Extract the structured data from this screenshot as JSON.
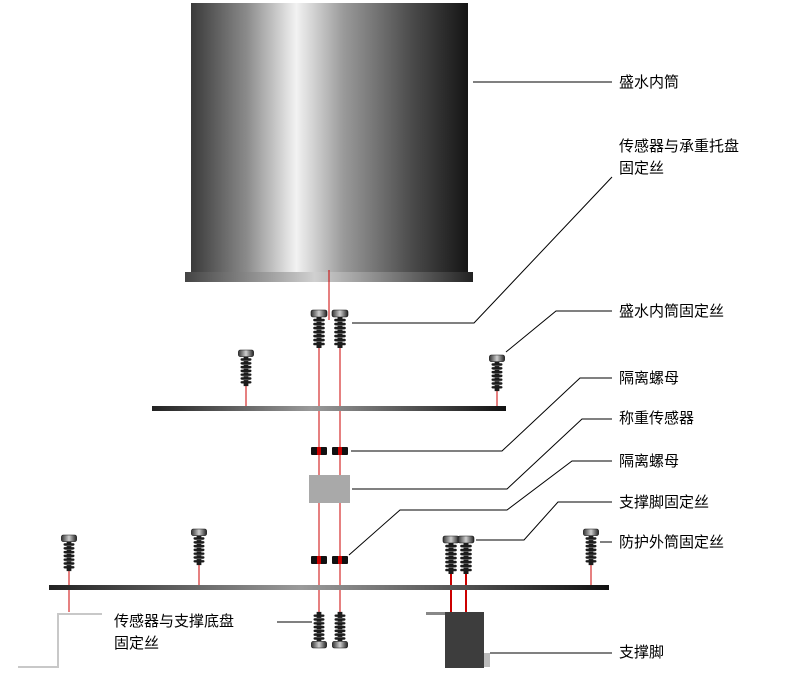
{
  "labels": {
    "inner_cylinder": "盛水内筒",
    "sensor_tray_screw_l1": "传感器与承重托盘",
    "sensor_tray_screw_l2": "固定丝",
    "inner_cylinder_screw": "盛水内筒固定丝",
    "spacer_nut_upper": "隔离螺母",
    "load_sensor": "称重传感器",
    "spacer_nut_lower": "隔离螺母",
    "leg_screw": "支撑脚固定丝",
    "outer_cylinder_screw": "防护外筒固定丝",
    "sensor_base_screw_l1": "传感器与支撑底盘",
    "sensor_base_screw_l2": "固定丝",
    "support_leg": "支撑脚"
  },
  "colors": {
    "guide_line": "#cc0000",
    "sensor_body": "#a9a9a9",
    "leg_body": "#3d3d3d",
    "plate": "#1a1a1a",
    "leader": "#000000"
  }
}
